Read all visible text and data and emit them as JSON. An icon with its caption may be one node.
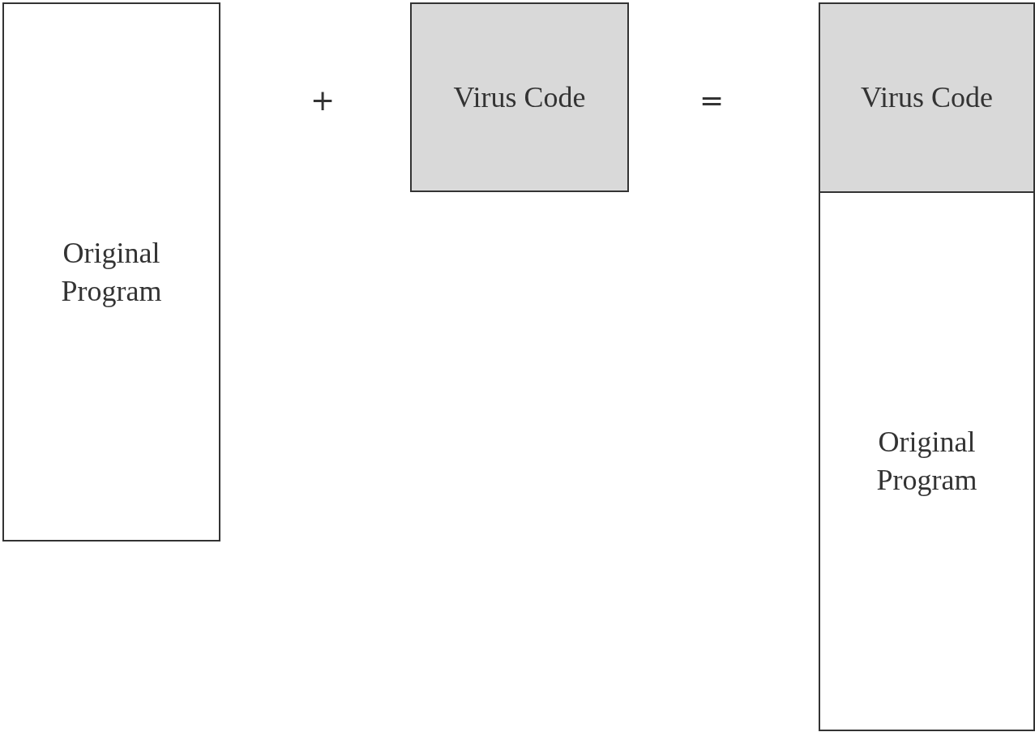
{
  "diagram": {
    "nodes": [
      {
        "text": [
          "Original Program"
        ]
      },
      {
        "text": [
          "Virus Code"
        ]
      },
      {
        "text": [
          "Virus Code"
        ]
      },
      {
        "text": [
          "Original Program"
        ]
      }
    ],
    "labels": [
      "+",
      "="
    ]
  }
}
